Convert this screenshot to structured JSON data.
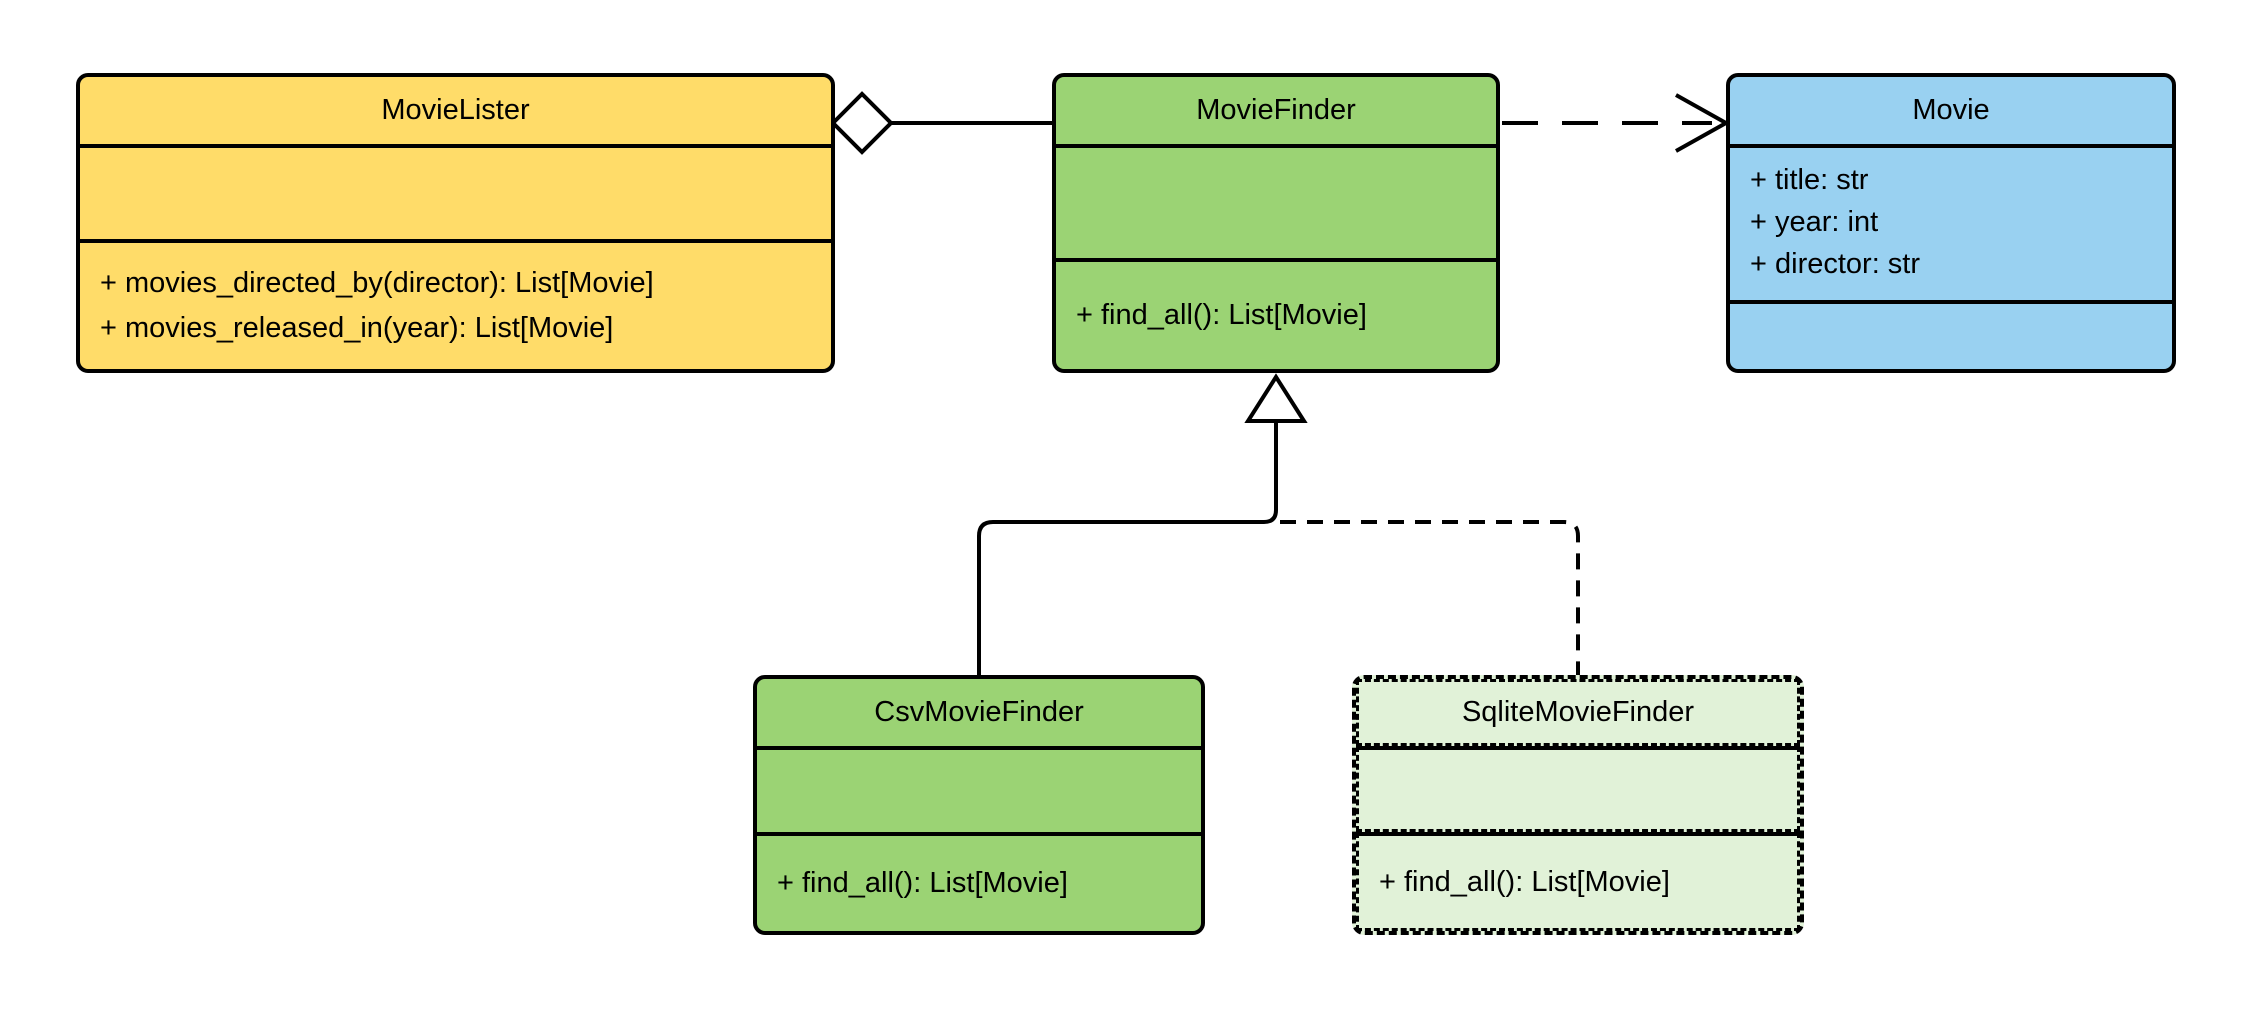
{
  "diagram": {
    "kind": "uml-class-diagram"
  },
  "colors": {
    "canvas_bg": "#ffffff",
    "text_color": "#000000",
    "box_border": "#000000",
    "connector_color": "#000000",
    "marker_fill": "#ffffff",
    "movie_lister_fill": "#ffdc69",
    "movie_finder_fill": "#9bd374",
    "movie_fill": "#99d1f1",
    "csv_movie_finder_fill": "#9bd374",
    "sqlite_movie_finder_fill": "#e1f2d8"
  },
  "classes": {
    "movie_lister": {
      "name": "MovieLister",
      "attributes": [],
      "methods": [
        "+ movies_directed_by(director): List[Movie]",
        "+ movies_released_in(year): List[Movie]"
      ]
    },
    "movie_finder": {
      "name": "MovieFinder",
      "attributes": [],
      "methods": [
        "+ find_all(): List[Movie]"
      ]
    },
    "movie": {
      "name": "Movie",
      "attributes": [
        "+ title: str",
        "+ year: int",
        "+ director: str"
      ],
      "methods": []
    },
    "csv_movie_finder": {
      "name": "CsvMovieFinder",
      "attributes": [],
      "methods": [
        "+ find_all(): List[Movie]"
      ]
    },
    "sqlite_movie_finder": {
      "name": "SqliteMovieFinder",
      "attributes": [],
      "methods": [
        "+ find_all(): List[Movie]"
      ]
    }
  },
  "relationships": [
    {
      "type": "aggregation",
      "from": "MovieLister",
      "to": "MovieFinder",
      "line": "solid"
    },
    {
      "type": "dependency",
      "from": "MovieFinder",
      "to": "Movie",
      "line": "dashed"
    },
    {
      "type": "inheritance",
      "from": "CsvMovieFinder",
      "to": "MovieFinder",
      "line": "solid"
    },
    {
      "type": "inheritance",
      "from": "SqliteMovieFinder",
      "to": "MovieFinder",
      "line": "dashed"
    }
  ]
}
